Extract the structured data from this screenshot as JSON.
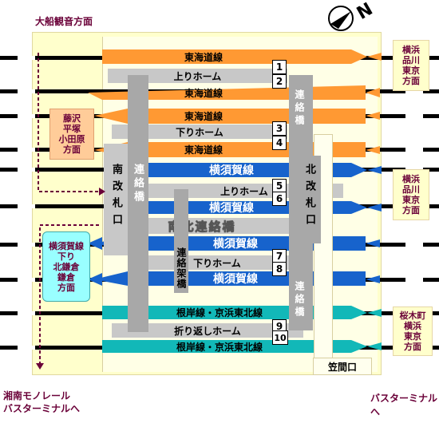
{
  "directions": {
    "top_left": "大船観音方面",
    "right_top": [
      "横浜",
      "品川",
      "東京",
      "方面"
    ],
    "right_mid": [
      "横浜",
      "品川",
      "東京",
      "方面"
    ],
    "right_bottom": [
      "桜木町",
      "横浜",
      "東京",
      "方面"
    ],
    "left_upper": [
      "藤沢",
      "平塚",
      "小田原",
      "方面"
    ],
    "left_lower": [
      "横須賀線",
      "下り",
      "北鎌倉",
      "鎌倉",
      "方面"
    ],
    "bottom_left": [
      "湘南モノレール",
      "バスターミナルへ"
    ],
    "bottom_right": "バスターミナルへ"
  },
  "compass": "N",
  "lines": {
    "tokaido_1": "東海道線",
    "tokaido_2": "東海道線",
    "tokaido_3": "東海道線",
    "tokaido_4": "東海道線",
    "yokosuka_5": "横須賀線",
    "yokosuka_6": "横須賀線",
    "yokosuka_7": "横須賀線",
    "yokosuka_8": "横須賀線",
    "negishi_9": "根岸線・京浜東北線",
    "negishi_10": "根岸線・京浜東北線"
  },
  "platforms": {
    "up": "上りホーム",
    "down": "下りホーム",
    "up2": "上りホーム",
    "down2": "下りホーム",
    "turnback": "折り返しホーム"
  },
  "numbers": [
    "1",
    "2",
    "3",
    "4",
    "5",
    "6",
    "7",
    "8",
    "9",
    "10"
  ],
  "bridges": {
    "south_link": "連絡橋",
    "north_link": "連絡橋",
    "north_south": "南北連絡橋",
    "overpass": "連絡架橋",
    "north_link_lower": "連絡橋"
  },
  "gates": {
    "south": "南改札口",
    "north": "北改札口",
    "kasama": "笠間口"
  }
}
